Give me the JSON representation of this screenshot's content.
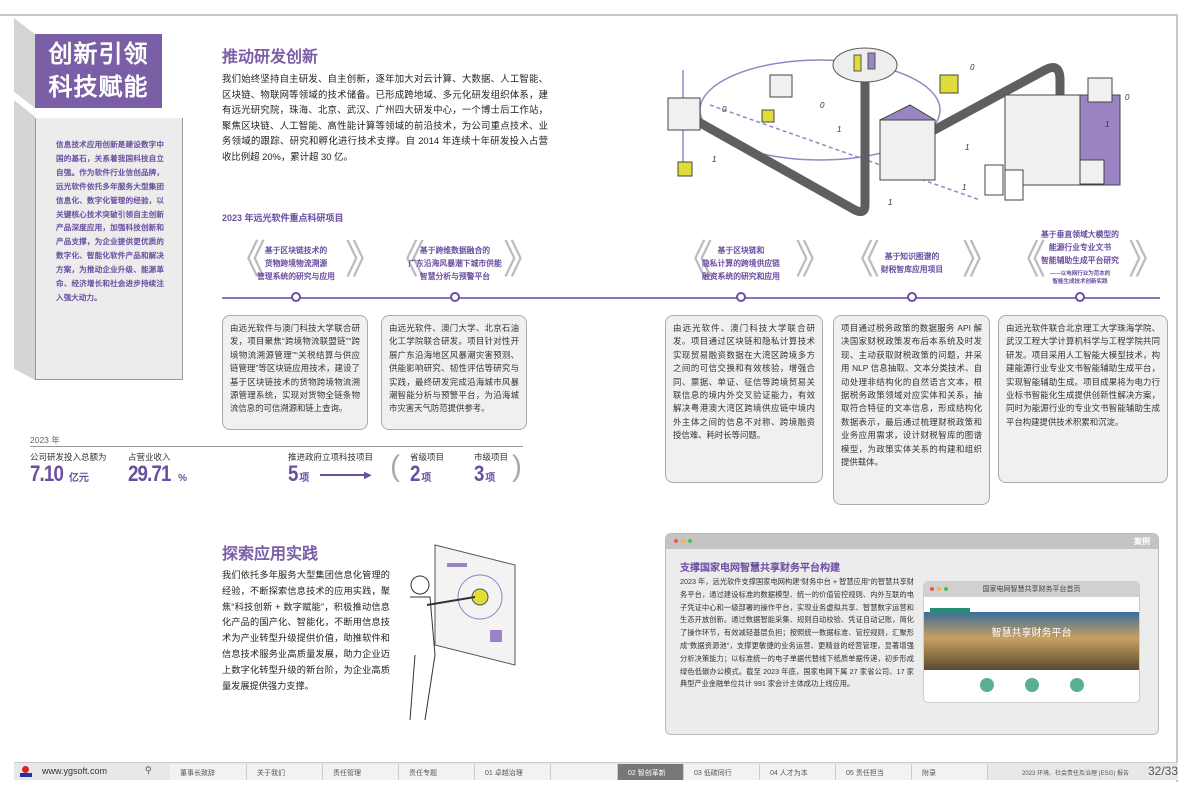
{
  "hero": {
    "title_line1": "创新引领",
    "title_line2": "科技赋能",
    "intro": "信息技术应用创新是建设数字中国的基石，关系着我国科技自立自强。作为软件行业信创品牌，远光软件依托多年服务大型集团信息化、数字化管理的经验，以关键核心技术突破引领自主创新产品深度应用，加强科技创新和产品支撑，为企业提供更优质的数字化、智能化软件产品和解决方案，为推动企业升级、能源革命、经济增长和社会进步持续注入强大动力。"
  },
  "rd": {
    "title": "推动研发创新",
    "body": "我们始终坚持自主研发、自主创新，逐年加大对云计算、大数据、人工智能、区块链、物联网等领域的技术储备。已形成跨地域、多元化研发组织体系，建有远光研究院，珠海、北京、武汉、广州四大研发中心，一个博士后工作站，聚焦区块链、人工智能、高性能计算等领域的前沿技术，为公司重点技术、业务领域的跟踪、研究和孵化进行技术支撑。自 2014 年连续十年研发投入占营收比例超 20%，累计超 30 亿。"
  },
  "illustration": {
    "labels": [
      "0",
      "1",
      "0",
      "1",
      "0",
      "1",
      "1",
      "0",
      "1",
      "1"
    ]
  },
  "projects": {
    "heading": "2023 年远光软件重点科研项目",
    "items": [
      {
        "title": "基于区块链技术的\n货物跨境物流溯源\n管理系统的研究与应用",
        "desc": "由远光软件与澳门科技大学联合研发，项目聚焦“跨境物流联盟链”“跨境物流溯源管理”“关税结算与供应链管理”等区块链应用技术，建设了基于区块链技术的货物跨境物流溯源管理系统，实现对货物全链条物流信息的可信溯源和链上查询。"
      },
      {
        "title": "基于跨维数据融合的\n广东沿海风暴潮下城市供能\n智慧分析与预警平台",
        "desc": "由远光软件、澳门大学、北京石油化工学院联合研发。项目针对性开展广东沿海地区风暴潮灾害预测、供能影响研究、韧性评估等研究与实践，最终研发完成沿海城市风暴潮智能分析与预警平台，为沿海城市灾害天气防范提供参考。"
      },
      {
        "title": "基于区块链和\n隐私计算的跨境供应链\n融资系统的研究和应用",
        "desc": "由远光软件、澳门科技大学联合研发。项目通过区块链和隐私计算技术实现贸易融资数据在大湾区跨境多方之间的可信交换和有效核验，增强合同、票据、单证、征信等跨境贸易关联信息的境内外交叉验证能力，有效解决粤港澳大湾区跨境供应链中境内外主体之间的信息不对称、跨境融资授信难、耗时长等问题。"
      },
      {
        "title": "基于知识图谱的\n财税智库应用项目",
        "desc": "项目通过税务政策的数据服务 API 解决国家财税政策发布后本系统及时发现、主动获取财税政策的问题，并采用 NLP 信息抽取、文本分类技术、自动处理非结构化的自然语言文本，根据税务政策领域对应实体和关系，抽取符合特征的文本信息，形成结构化数据表示，最后通过梳理财税政策和业务应用需求，设计财税智库的图谱模型，为政策实体关系的构建和组织提供载体。"
      },
      {
        "title": "基于垂直领域大模型的\n能源行业专业文书\n智能辅助生成平台研究",
        "subtitle": "——以电网行业为范本的\n智能生成技术创新实践",
        "desc": "由远光软件联合北京理工大学珠海学院、武汉工程大学计算机科学与工程学院共同研发。项目采用人工智能大模型技术，构建能源行业专业文书智能辅助生成平台，实现智能辅助生成。项目成果将为电力行业标书智能化生成提供创新性解决方案，同时为能源行业的专业文书智能辅助生成平台构建提供技术积累和沉淀。"
      }
    ]
  },
  "stats": {
    "year": "2023 年",
    "items": [
      {
        "label": "公司研发投入总额为",
        "value": "7.10",
        "unit": "亿元"
      },
      {
        "label": "占营业收入",
        "value": "29.71",
        "unit": "%"
      },
      {
        "label": "推进政府立项科技项目",
        "value": "5",
        "unit": "项"
      },
      {
        "label": "省级项目",
        "value": "2",
        "unit": "项"
      },
      {
        "label": "市级项目",
        "value": "3",
        "unit": "项"
      }
    ]
  },
  "practice": {
    "title": "探索应用实践",
    "body": "我们依托多年服务大型集团信息化管理的经验，不断探索信息技术的应用实践，聚焦“科技创新 + 数字赋能”，积极推动信息化产品的国产化、智能化，不断用信息技术为产业转型升级提供价值，助推软件和信息技术服务业高质量发展，助力企业迈上数字化转型升级的新台阶，为企业高质量发展提供强力支撑。"
  },
  "case": {
    "tag": "案例",
    "title": "支撑国家电网智慧共享财务平台构建",
    "body": "2023 年，远光软件支撑国家电网构建“财务中台 + 智慧应用”的智慧共享财务平台，通过建设标准的数据模型、统一的价值管控规则、内外互联的电子凭证中心和一级部署的操作平台，实现业务虚拟共享、智慧数字运营和生态开放创新。通过数据智能采集、规则自动校验、凭证自动记账，简化了操作环节，有效减轻基层负担；按照统一数据标准、管控规则，汇聚形成“数据资源池”，支撑更敏捷的业务运营、更精益的经营管理，显著增强分析决策能力；以标准统一的电子单据代替线下纸质单据传递，初步形成绿色低碳办公模式。截至 2023 年底，国家电网下属 27 家省公司、17 家典型产业金融单位共计 991 家会计主体成功上线应用。",
    "window_title": "国家电网智慧共享财务平台首页",
    "banner_text": "智慧共享财务平台"
  },
  "footer": {
    "url": "www.ygsoft.com",
    "tabs": [
      "董事长致辞",
      "关于我们",
      "责任管理",
      "责任专题",
      "01 卓越治理",
      "",
      "02 智创革新",
      "03 低碳同行",
      "04 人才为本",
      "05 责任担当",
      "附录"
    ],
    "active_tab": "02 智创革新",
    "report": "2023 环境、社会责任及治理 (ESG) 报告",
    "page": "32/33"
  },
  "colors": {
    "accent": "#7a5fa6",
    "highlight": "#e0dc3a",
    "dark": "#5f5f5f"
  }
}
